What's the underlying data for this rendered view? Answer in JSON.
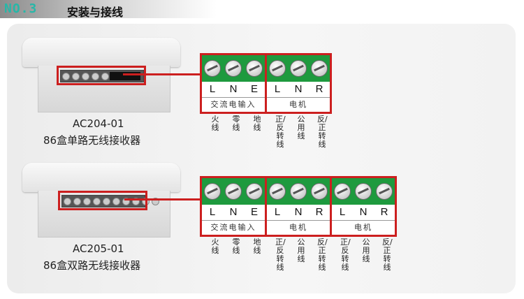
{
  "header": {
    "number": "NO.3",
    "title": "安装与接线"
  },
  "devices": [
    {
      "model": "AC204-01",
      "name": "86盒单路无线接收器",
      "groups": [
        {
          "label": "交流电输入",
          "terminals": [
            "L",
            "N",
            "E"
          ],
          "wires": [
            "火线",
            "零线",
            "地线"
          ]
        },
        {
          "label": "电机",
          "terminals": [
            "L",
            "N",
            "R"
          ],
          "wires": [
            "正/反转线",
            "公用线",
            "反/正转线"
          ]
        }
      ]
    },
    {
      "model": "AC205-01",
      "name": "86盒双路无线接收器",
      "groups": [
        {
          "label": "交流电输入",
          "terminals": [
            "L",
            "N",
            "E"
          ],
          "wires": [
            "火线",
            "零线",
            "地线"
          ]
        },
        {
          "label": "电机",
          "terminals": [
            "L",
            "N",
            "R"
          ],
          "wires": [
            "正/反转线",
            "公用线",
            "反/正转线"
          ]
        },
        {
          "label": "电机",
          "terminals": [
            "L",
            "N",
            "R"
          ],
          "wires": [
            "正/反转线",
            "公用线",
            "反/正转线"
          ]
        }
      ]
    }
  ],
  "colors": {
    "accent": "#27b7a8",
    "red": "#cc1f1f",
    "terminal_green": "#1e9a3e"
  }
}
